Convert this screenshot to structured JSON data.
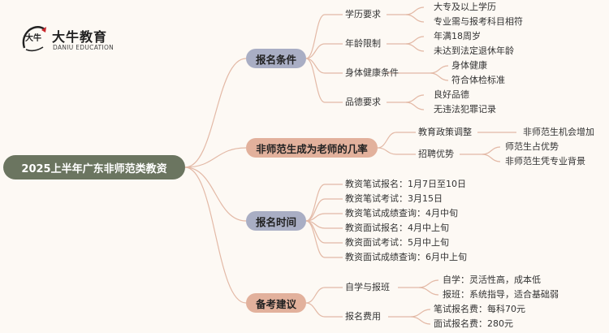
{
  "logo": {
    "mark_text": "大牛",
    "name": "大牛教育",
    "sub": "DANIU EDUCATION"
  },
  "root": "2025上半年广东非师范类教资",
  "sections": [
    {
      "label": "报名条件",
      "children": [
        {
          "label": "学历要求",
          "items": [
            "大专及以上学历",
            "专业需与报考科目相符"
          ]
        },
        {
          "label": "年龄限制",
          "items": [
            "年满18周岁",
            "未达到法定退休年龄"
          ]
        },
        {
          "label": "身体健康条件",
          "items": [
            "身体健康",
            "符合体检标准"
          ]
        },
        {
          "label": "品德要求",
          "items": [
            "良好品德",
            "无违法犯罪记录"
          ]
        }
      ]
    },
    {
      "label": "非师范生成为老师的几率",
      "children": [
        {
          "label": "教育政策调整",
          "items": [
            "非师范生机会增加"
          ]
        },
        {
          "label": "招聘优势",
          "items": [
            "师范生占优势",
            "非师范生凭专业背景"
          ]
        }
      ]
    },
    {
      "label": "报名时间",
      "children": [
        {
          "label": "教资笔试报名：1月7日至10日"
        },
        {
          "label": "教资笔试考试：3月15日"
        },
        {
          "label": "教资笔试成绩查询：4月中旬"
        },
        {
          "label": "教资面试报名：4月中上旬"
        },
        {
          "label": "教资面试考试：5月中上旬"
        },
        {
          "label": "教资面试成绩查询：6月中上旬"
        }
      ]
    },
    {
      "label": "备考建议",
      "children": [
        {
          "label": "自学与报班",
          "items": [
            "自学：灵活性高，成本低",
            "报班：系统指导，适合基础弱"
          ]
        },
        {
          "label": "报名费用",
          "items": [
            "笔试报名费：每科70元",
            "面试报名费：280元"
          ]
        }
      ]
    }
  ],
  "colors": {
    "root_fill": "#6b7560",
    "section_gray": "#a9aec4",
    "section_salmon": "#e2b19c",
    "connector": "#e3b9a6",
    "logo_red": "#c8262b"
  }
}
